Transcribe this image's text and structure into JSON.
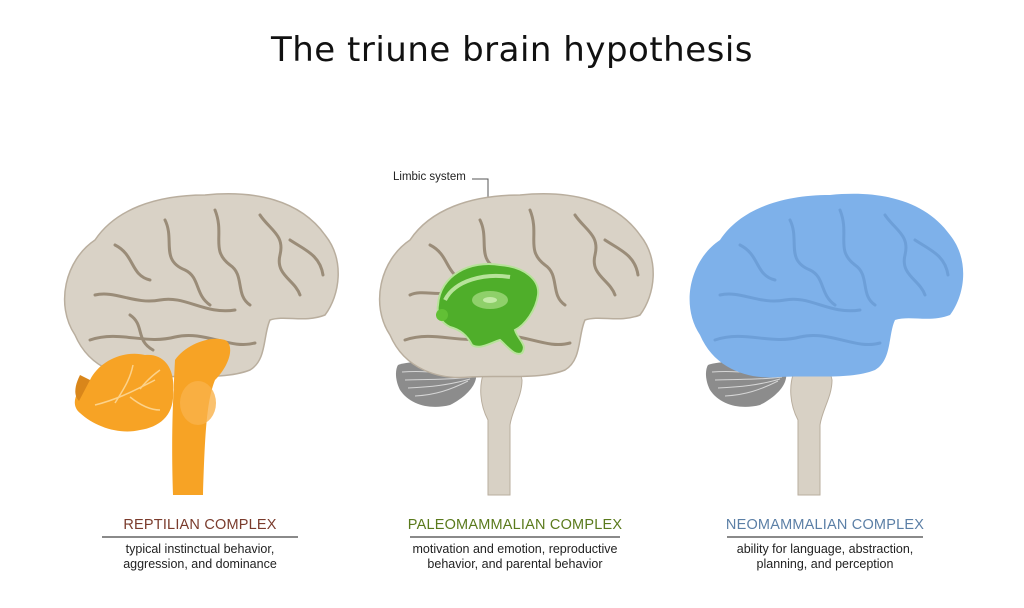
{
  "title": "The triune brain hypothesis",
  "colors": {
    "reptilian": "#f7a325",
    "paleomammalian": "#4fae2a",
    "neomammalian": "#7eb1ea",
    "cortex": "#d9d2c6",
    "sulci": "#9a8c78",
    "cerebellum": "#8c8c8c",
    "brainstem": "#d8d1c5",
    "reptilian_label": "#7a3b2c",
    "paleomammalian_label": "#5a7a1c",
    "neomammalian_label": "#5b7fa6"
  },
  "panels": [
    {
      "id": "reptilian",
      "heading": "REPTILIAN COMPLEX",
      "description_line1": "typical instinctual behavior,",
      "description_line2": "aggression, and dominance"
    },
    {
      "id": "paleomammalian",
      "heading": "PALEOMAMMALIAN COMPLEX",
      "description_line1": "motivation and emotion, reproductive",
      "description_line2": "behavior, and parental behavior",
      "callout": "Limbic system"
    },
    {
      "id": "neomammalian",
      "heading": "NEOMAMMALIAN COMPLEX",
      "description_line1": "ability for language, abstraction,",
      "description_line2": "planning, and perception"
    }
  ]
}
